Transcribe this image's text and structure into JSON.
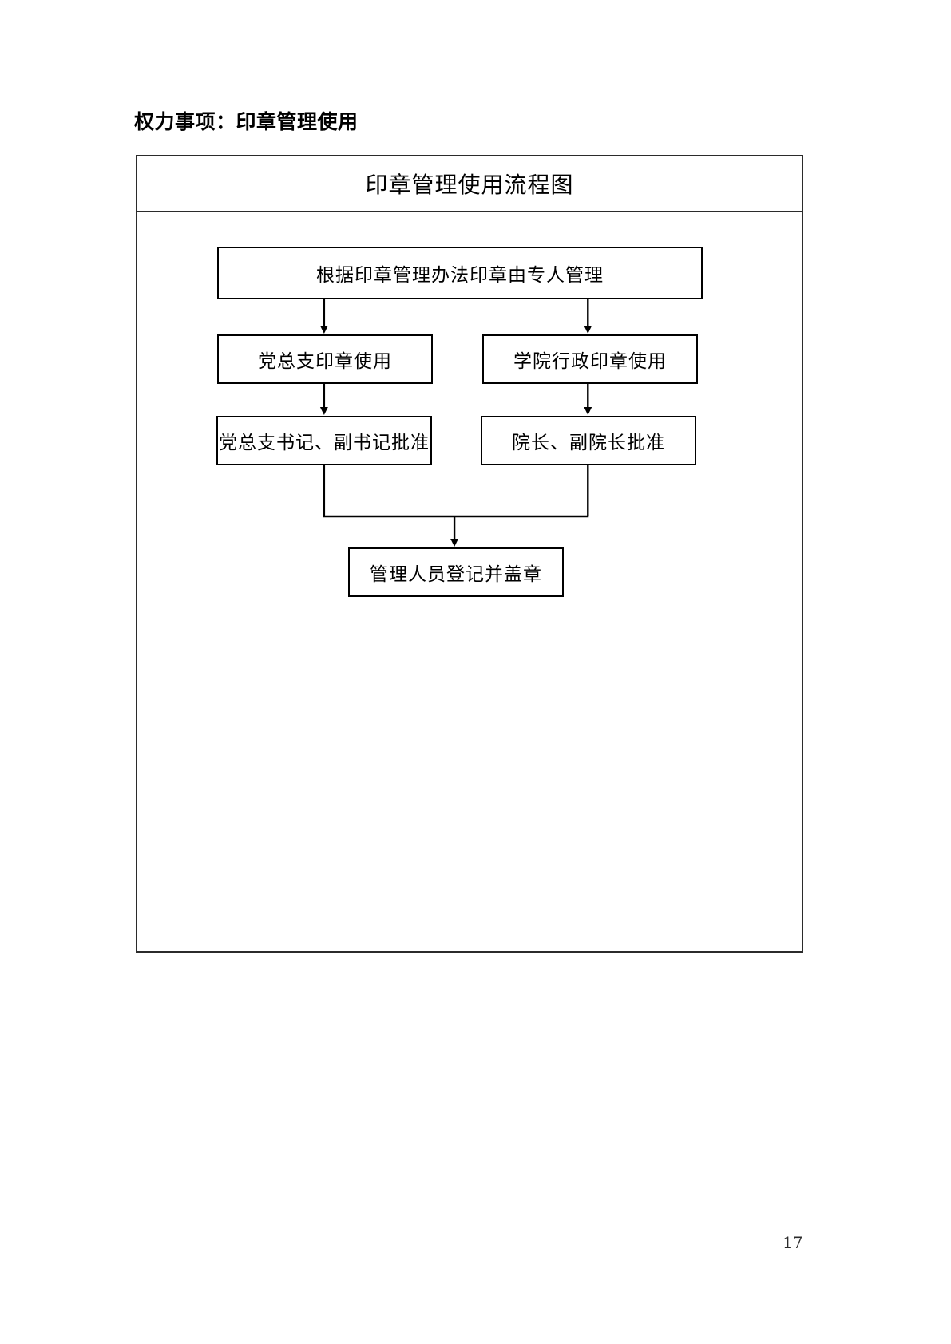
{
  "document": {
    "heading": "权力事项：印章管理使用",
    "page_number": "17"
  },
  "chart": {
    "title": "印章管理使用流程图"
  },
  "flowchart": {
    "nodes": [
      {
        "id": "root",
        "label": "根据印章管理办法印章由专人管理"
      },
      {
        "id": "party-use",
        "label": "党总支印章使用"
      },
      {
        "id": "admin-use",
        "label": "学院行政印章使用"
      },
      {
        "id": "party-appr",
        "label": "党总支书记、副书记批准"
      },
      {
        "id": "admin-appr",
        "label": "院长、副院长批准"
      },
      {
        "id": "register",
        "label": "管理人员登记并盖章"
      }
    ],
    "edges": [
      {
        "from": "root",
        "to": "party-use"
      },
      {
        "from": "root",
        "to": "admin-use"
      },
      {
        "from": "party-use",
        "to": "party-appr"
      },
      {
        "from": "admin-use",
        "to": "admin-appr"
      },
      {
        "from": "party-appr",
        "to": "register"
      },
      {
        "from": "admin-appr",
        "to": "register"
      }
    ]
  },
  "colors": {
    "line": "#000000",
    "frame": "#2b2b2b",
    "text": "#000000",
    "background": "#ffffff"
  }
}
